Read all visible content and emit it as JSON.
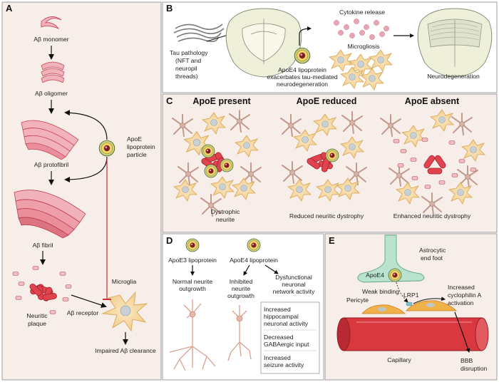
{
  "panels": {
    "A": {
      "letter": "A",
      "labels": {
        "monomer": "Aβ monomer",
        "oligomer": "Aβ oligomer",
        "protofibril": "Aβ protofibril",
        "fibril": "Aβ fibril",
        "plaque_line1": "Neuritic",
        "plaque_line2": "plaque",
        "receptor": "Aβ receptor",
        "apoe_line1": "ApoE",
        "apoe_line2": "lipoprotein",
        "apoe_line3": "particle",
        "microglia": "Microglia",
        "clearance": "Impaired Aβ clearance"
      }
    },
    "B": {
      "letter": "B",
      "labels": {
        "tau_line1": "Tau pathology",
        "tau_line2": "(NFT and",
        "tau_line3": "neuropil",
        "tau_line4": "threads)",
        "apoe4_line1": "ApoE4 lipoprotein",
        "apoe4_line2": "exacerbates tau-mediated",
        "apoe4_line3": "neurodegeneration",
        "cytokine": "Cytokine release",
        "microgliosis": "Microgliosis",
        "neurodegeneration": "Neurodegeneration"
      }
    },
    "C": {
      "letter": "C",
      "headers": [
        "ApoE present",
        "ApoE reduced",
        "ApoE absent"
      ],
      "labels": {
        "dystrophic_line1": "Dystrophic",
        "dystrophic_line2": "neurite",
        "reduced": "Reduced neuritic dystrophy",
        "enhanced": "Enhanced neuritic dystrophy"
      }
    },
    "D": {
      "letter": "D",
      "labels": {
        "apoe3": "ApoE3 lipoprotein",
        "apoe4": "ApoE4 lipoprotein",
        "normal_line1": "Normal neurite",
        "normal_line2": "outgrowth",
        "inhibited_line1": "Inhibited",
        "inhibited_line2": "neurite",
        "inhibited_line3": "outgrowth",
        "dysfunctional_line1": "Dysfunctional",
        "dysfunctional_line2": "neuronal",
        "dysfunctional_line3": "network activity"
      },
      "box_items": [
        [
          "Increased",
          "hippocampal",
          "neuronal activity"
        ],
        [
          "Decreased",
          "GABAergic input"
        ],
        [
          "Increased",
          "seizure activity"
        ]
      ]
    },
    "E": {
      "letter": "E",
      "labels": {
        "astro_line1": "Astrocytic",
        "astro_line2": "end foot",
        "apoe4": "ApoE4",
        "weak_binding": "Weak binding",
        "lrp1": "LRP1",
        "pericyte": "Pericyte",
        "cyclo_line1": "Increased",
        "cyclo_line2": "cyclophilin A",
        "cyclo_line3": "activation",
        "capillary": "Capillary",
        "bbb_line1": "BBB",
        "bbb_line2": "disruption"
      }
    }
  }
}
